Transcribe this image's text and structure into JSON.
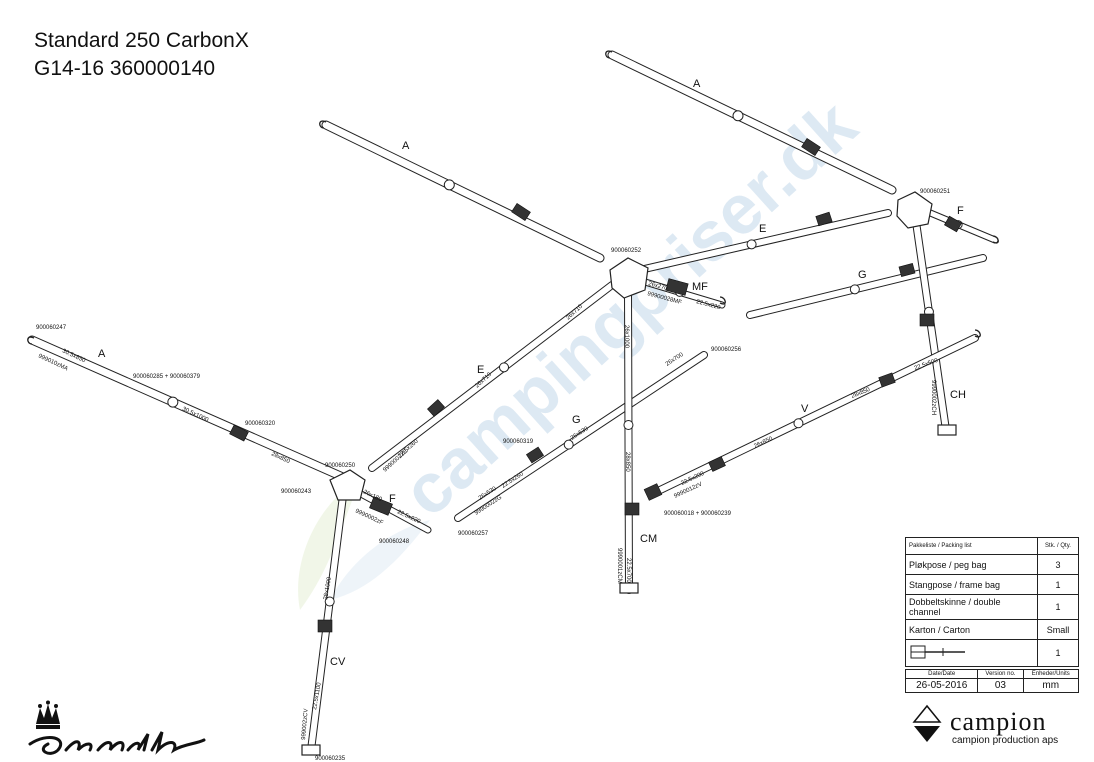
{
  "title": {
    "line1": "Standard 250 CarbonX",
    "line2": "G14-16 360000140"
  },
  "watermark": {
    "text": "campingpriser.dk",
    "color": "#c8dced"
  },
  "colors": {
    "ink": "#111111",
    "pole_fill": "#ffffff",
    "pole_stroke": "#222222"
  },
  "labels": {
    "a1": "A",
    "a2": "A",
    "a3": "A",
    "e1": "E",
    "e2": "E",
    "f1": "F",
    "f2": "F",
    "g1": "G",
    "g2": "G",
    "mf": "MF",
    "ch": "CH",
    "cv": "CV",
    "cm": "CM",
    "v": "V"
  },
  "part_numbers": {
    "p247": "900060247",
    "p285": "900060285 + 900060379",
    "p320": "900060320",
    "p243": "900060243",
    "p250": "900060250",
    "p248": "900060248",
    "p235": "900060235",
    "p252": "900060252",
    "p251": "900060251",
    "p256": "900060256",
    "p319": "900060319",
    "p257": "900060257",
    "p018": "900060018 + 900060239"
  },
  "dimensions": {
    "d1": "30.5x850",
    "d2": "30.5x1000",
    "d3": "28x850",
    "d4": "26x180",
    "d5": "22.5x220",
    "d6": "28x1000",
    "d7": "22.5x1100",
    "d8": "26x710",
    "d9": "22.5x260",
    "d10": "26x710",
    "d11": "26x1000",
    "d12": "26x700",
    "d13": "26x530",
    "d14": "22.5x260",
    "d15": "28x850",
    "d16": "22.5x700",
    "d17": "26x270",
    "d18": "22.5x220",
    "d19": "26x850",
    "d20": "22.5x500",
    "d21": "28x850",
    "d22": "22.5x200",
    "d23": "26x530"
  },
  "codes": {
    "c1": "999010zMA",
    "c2": "9990002zF",
    "c3": "999002zCV",
    "c4": "9990002zE",
    "c5": "9990002zG",
    "c6": "99900028MF",
    "c7": "9990001zCM",
    "c8": "9990012zV",
    "c9": "9990002zCH"
  },
  "packing": {
    "header": "Pakkeliste / Packing list",
    "qty_header": "Stk. / Qty.",
    "rows": [
      {
        "item": "Pløkpose / peg bag",
        "qty": "3"
      },
      {
        "item": "Stangpose / frame bag",
        "qty": "1"
      },
      {
        "item": "Dobbeltskinne / double channel",
        "qty": "1"
      },
      {
        "item": "Karton / Carton",
        "qty": "Small"
      },
      {
        "item": "",
        "qty": "1"
      }
    ]
  },
  "footer": {
    "date_label": "Date/Date",
    "version_label": "Version no.",
    "units_label": "Enheder/Units",
    "date": "26-05-2016",
    "version": "03",
    "units": "mm"
  },
  "brand": {
    "left": "Isabella",
    "right": "campion",
    "right_sub": "campion production aps"
  }
}
